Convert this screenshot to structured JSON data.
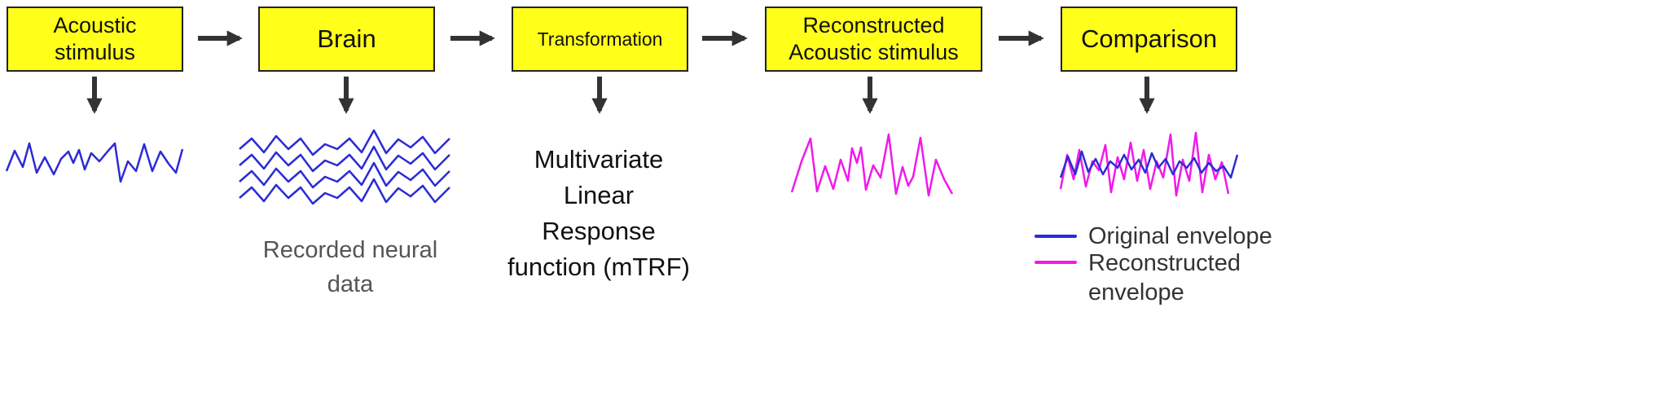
{
  "colors": {
    "box_fill": "#ffff1a",
    "arrow": "#333333",
    "original_envelope": "#2b2bd6",
    "reconstructed_envelope": "#f01aea"
  },
  "steps": [
    {
      "label": "Acoustic\nstimulus"
    },
    {
      "label": "Brain"
    },
    {
      "label": "Transformation"
    },
    {
      "label": "Reconstructed\nAcoustic stimulus"
    },
    {
      "label": "Comparison"
    }
  ],
  "brain_caption": "Recorded neural\ndata",
  "transformation_text": "Multivariate\nLinear\nResponse\nfunction (mTRF)",
  "legend": {
    "original": "Original envelope",
    "reconstructed": "Reconstructed\nenvelope"
  },
  "icons": {
    "right_arrow": "right-arrow-icon",
    "down_arrow": "down-arrow-icon"
  }
}
